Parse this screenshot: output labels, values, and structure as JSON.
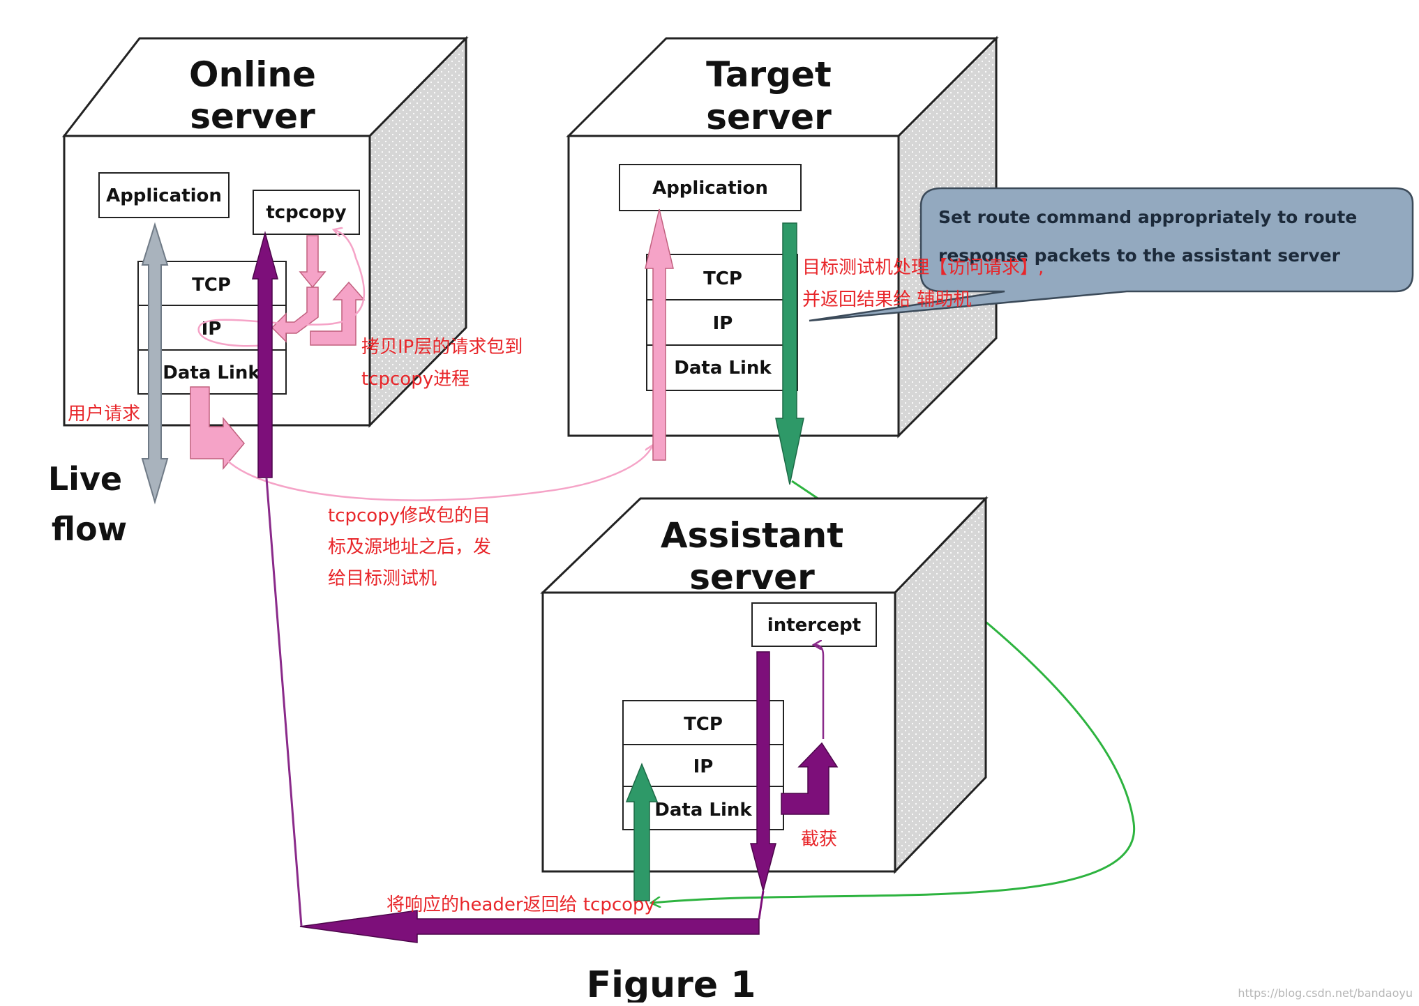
{
  "servers": {
    "online": {
      "title_line1": "Online",
      "title_line2": "server"
    },
    "target": {
      "title_line1": "Target",
      "title_line2": "server"
    },
    "assistant": {
      "title_line1": "Assistant",
      "title_line2": "server"
    }
  },
  "boxes": {
    "online_application": "Application",
    "online_tcpcopy": "tcpcopy",
    "online_tcp": "TCP",
    "online_ip": "IP",
    "online_datalink": "Data Link",
    "target_application": "Application",
    "target_tcp": "TCP",
    "target_ip": "IP",
    "target_datalink": "Data Link",
    "assistant_intercept": "intercept",
    "assistant_tcp": "TCP",
    "assistant_ip": "IP",
    "assistant_datalink": "Data Link"
  },
  "live_flow": {
    "line1": "Live",
    "line2": "flow"
  },
  "callout": {
    "line1": "Set route command appropriately to route",
    "line2": "response packets to the assistant server"
  },
  "notes": {
    "user_request": "用户请求",
    "copy_ip_line1": "拷贝IP层的请求包到",
    "copy_ip_line2": "tcpcopy进程",
    "modify_line1": "tcpcopy修改包的目",
    "modify_line2": "标及源地址之后，发",
    "modify_line3": "给目标测试机",
    "target_line1": "目标测试机处理【访问请求】,",
    "target_line2": "并返回结果给 辅助机",
    "capture": "截获",
    "return_header": "将响应的header返回给 tcpcopy"
  },
  "figure_caption": "Figure 1",
  "watermark": "https://blog.csdn.net/bandaoyu",
  "colors": {
    "pink": "#f5a3c7",
    "purple": "#7d0f7a",
    "green": "#2e9968",
    "gray_arrow": "#a9b3bd",
    "callout_fill": "#93a9bf",
    "note_red": "#e8262a"
  }
}
